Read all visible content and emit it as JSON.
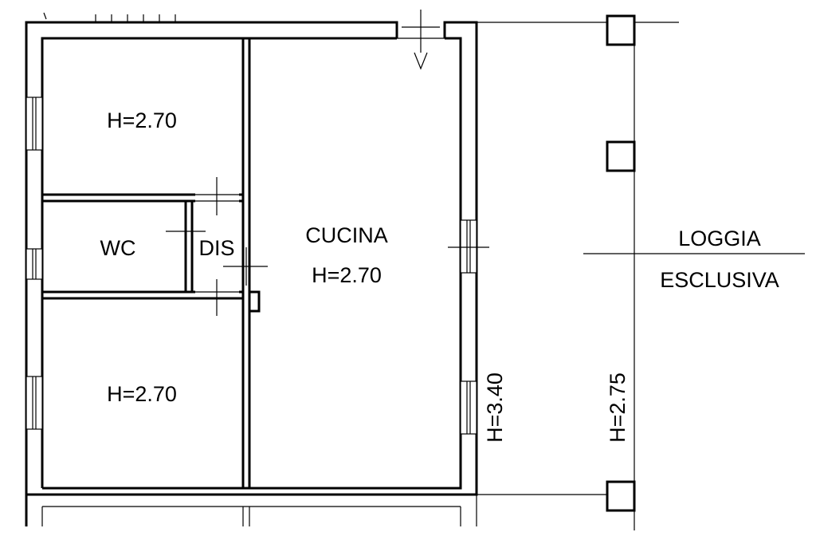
{
  "labels": {
    "room_top_left": "H=2.70",
    "room_bottom_left": "H=2.70",
    "wc": "WC",
    "dis": "DIS",
    "kitchen_name": "CUCINA",
    "kitchen_height": "H=2.70",
    "loggia_line1": "LOGGIA",
    "loggia_line2": "ESCLUSIVA",
    "height_340": "H=3.40",
    "height_275": "H=2.75"
  }
}
